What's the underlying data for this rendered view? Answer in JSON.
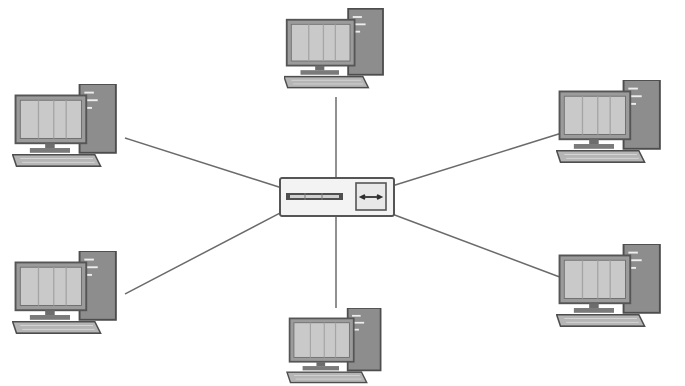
{
  "diagram": {
    "type": "star-network-topology",
    "center_device": {
      "icon": "network-hub-icon"
    },
    "nodes": [
      {
        "id": "computer-top",
        "icon": "desktop-computer-icon"
      },
      {
        "id": "computer-upper-left",
        "icon": "desktop-computer-icon"
      },
      {
        "id": "computer-upper-right",
        "icon": "desktop-computer-icon"
      },
      {
        "id": "computer-lower-left",
        "icon": "desktop-computer-icon"
      },
      {
        "id": "computer-lower-right",
        "icon": "desktop-computer-icon"
      },
      {
        "id": "computer-bottom",
        "icon": "desktop-computer-icon"
      }
    ],
    "links": [
      {
        "from": "network-hub",
        "to": "computer-top"
      },
      {
        "from": "network-hub",
        "to": "computer-upper-left"
      },
      {
        "from": "network-hub",
        "to": "computer-upper-right"
      },
      {
        "from": "network-hub",
        "to": "computer-lower-left"
      },
      {
        "from": "network-hub",
        "to": "computer-lower-right"
      },
      {
        "from": "network-hub",
        "to": "computer-bottom"
      }
    ],
    "colors": {
      "line": "#6a6a6a",
      "device_body": "#9b9b9b",
      "device_dark": "#555555",
      "screen": "#c9c9c9",
      "hub_body": "#f3f3f3"
    }
  }
}
